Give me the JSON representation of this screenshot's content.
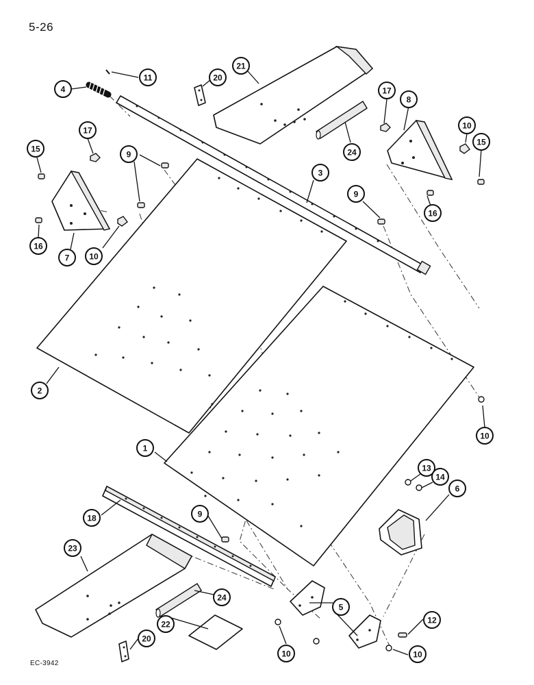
{
  "page_label": "5-26",
  "footer_code": "EC-3942",
  "callouts": [
    {
      "id": "c-4",
      "label": "4"
    },
    {
      "id": "c-11",
      "label": "11"
    },
    {
      "id": "c-20a",
      "label": "20"
    },
    {
      "id": "c-21",
      "label": "21"
    },
    {
      "id": "c-17a",
      "label": "17"
    },
    {
      "id": "c-8",
      "label": "8"
    },
    {
      "id": "c-10a",
      "label": "10"
    },
    {
      "id": "c-15a",
      "label": "15"
    },
    {
      "id": "c-24a",
      "label": "24"
    },
    {
      "id": "c-3",
      "label": "3"
    },
    {
      "id": "c-9a",
      "label": "9"
    },
    {
      "id": "c-16a",
      "label": "16"
    },
    {
      "id": "c-15b",
      "label": "15"
    },
    {
      "id": "c-17b",
      "label": "17"
    },
    {
      "id": "c-9b",
      "label": "9"
    },
    {
      "id": "c-16b",
      "label": "16"
    },
    {
      "id": "c-7",
      "label": "7"
    },
    {
      "id": "c-10b",
      "label": "10"
    },
    {
      "id": "c-2",
      "label": "2"
    },
    {
      "id": "c-10c",
      "label": "10"
    },
    {
      "id": "c-1",
      "label": "1"
    },
    {
      "id": "c-13",
      "label": "13"
    },
    {
      "id": "c-14",
      "label": "14"
    },
    {
      "id": "c-6",
      "label": "6"
    },
    {
      "id": "c-18",
      "label": "18"
    },
    {
      "id": "c-9c",
      "label": "9"
    },
    {
      "id": "c-23",
      "label": "23"
    },
    {
      "id": "c-24b",
      "label": "24"
    },
    {
      "id": "c-5",
      "label": "5"
    },
    {
      "id": "c-12",
      "label": "12"
    },
    {
      "id": "c-22",
      "label": "22"
    },
    {
      "id": "c-20b",
      "label": "20"
    },
    {
      "id": "c-10d",
      "label": "10"
    },
    {
      "id": "c-10e",
      "label": "10"
    }
  ]
}
